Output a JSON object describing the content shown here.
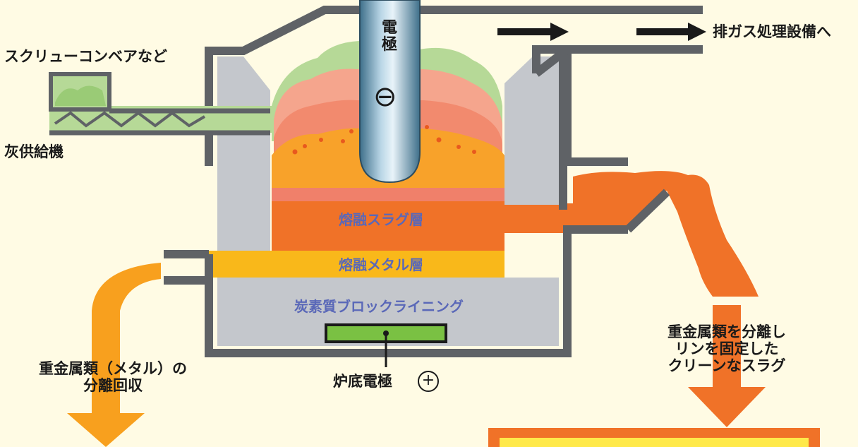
{
  "labels": {
    "screw_conveyor": "スクリューコンベアなど",
    "ash_feeder": "灰供給機",
    "electrode": "電極",
    "electrode_minus": "⊖",
    "exhaust": "排ガス処理設備へ",
    "slag_layer": "熔融スラグ層",
    "metal_layer": "熔融メタル層",
    "carbon_lining": "炭素質ブロックライニング",
    "bottom_electrode": "炉底電極",
    "plus_sign": "+",
    "metal_recovery_line1": "重金属類（メタル）の",
    "metal_recovery_line2": "分離回収",
    "slag_line1": "重金属類を分離し",
    "slag_line2": "リンを固定した",
    "slag_line3": "クリーンなスラグ"
  },
  "colors": {
    "background": "#fffbe4",
    "furnace_gray": "#5f6266",
    "refractory": "#c4c7cc",
    "slag": "#f07228",
    "metal": "#f9b81a",
    "smoke_green": "#b6d997",
    "smoke_pink": "#f5a58d",
    "electrode": "#5a8faa",
    "bottom_electrode": "#7ac143",
    "label_blue": "#5a68b8"
  }
}
